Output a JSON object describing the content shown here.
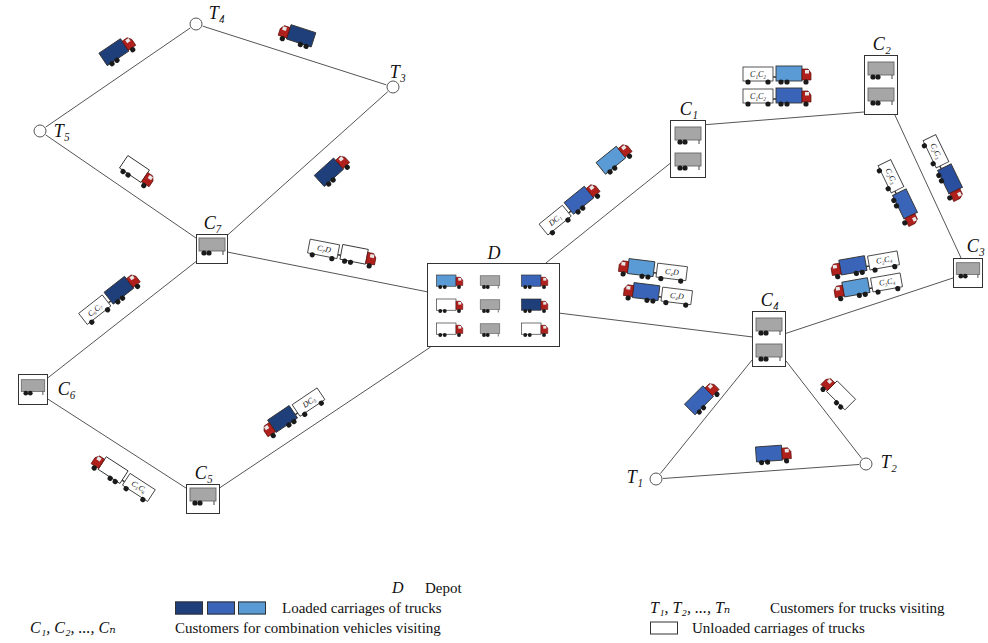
{
  "diagram": {
    "nodes": [
      {
        "text": [
          "D"
        ]
      },
      {
        "text": [
          "C₁"
        ]
      },
      {
        "text": [
          "C₂"
        ]
      },
      {
        "text": [
          "C₃"
        ]
      },
      {
        "text": [
          "C₄"
        ]
      },
      {
        "text": [
          "C₅"
        ]
      },
      {
        "text": [
          "C₆"
        ]
      },
      {
        "text": [
          "C₇"
        ]
      },
      {
        "text": [
          "T₁"
        ]
      },
      {
        "text": [
          "T₂"
        ]
      },
      {
        "text": [
          "T₃"
        ]
      },
      {
        "text": [
          "T₄"
        ]
      },
      {
        "text": [
          "T₅"
        ]
      }
    ],
    "edges": [
      {
        "from": 0,
        "to": 1,
        "arrow": "none"
      },
      {
        "from": 1,
        "to": 2,
        "arrow": "none"
      },
      {
        "from": 2,
        "to": 3,
        "arrow": "none"
      },
      {
        "from": 3,
        "to": 4,
        "arrow": "none"
      },
      {
        "from": 4,
        "to": 0,
        "arrow": "none"
      },
      {
        "from": 4,
        "to": 8,
        "arrow": "none"
      },
      {
        "from": 4,
        "to": 9,
        "arrow": "none"
      },
      {
        "from": 8,
        "to": 9,
        "arrow": "none"
      },
      {
        "from": 0,
        "to": 7,
        "arrow": "none"
      },
      {
        "from": 7,
        "to": 6,
        "arrow": "none"
      },
      {
        "from": 6,
        "to": 5,
        "arrow": "none"
      },
      {
        "from": 5,
        "to": 0,
        "arrow": "none"
      },
      {
        "from": 7,
        "to": 10,
        "arrow": "none"
      },
      {
        "from": 10,
        "to": 11,
        "arrow": "none"
      },
      {
        "from": 11,
        "to": 12,
        "arrow": "none"
      },
      {
        "from": 12,
        "to": 7,
        "arrow": "none"
      }
    ],
    "labels": [
      "C₁C₂",
      "C₁C₂",
      "C₂C₃",
      "C₂C₃",
      "C₂C₄",
      "C₃C₄",
      "C₄D",
      "C₄D",
      "DC₁",
      "C₇D",
      "C₆C₇",
      "C₅C₆",
      "DC₅",
      "D",
      "C₁, C₂, ..., Cₙ",
      "T₁, T₂, ..., Tₙ"
    ],
    "legend": [
      {
        "text": "Depot"
      },
      {
        "text": "Loaded carriages of trucks",
        "color": "#3a64b8"
      },
      {
        "text": "Customers for combination vehicles visiting"
      },
      {
        "text": "Customers for trucks visiting"
      },
      {
        "text": "Unloaded carriages of trucks",
        "color": "#ffffff"
      }
    ]
  }
}
